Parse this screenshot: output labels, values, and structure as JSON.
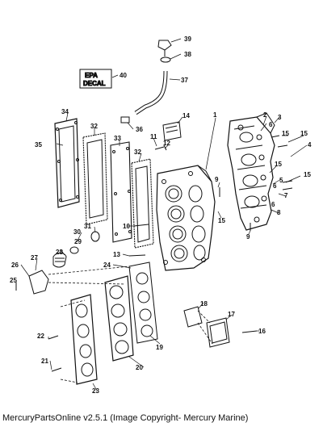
{
  "caption": "MercuryPartsOnline v2.5.1 (Image Copyright- Mercury Marine)",
  "decal": {
    "line1": "EPA",
    "line2": "DECAL"
  },
  "callouts": {
    "c1": "1",
    "c2": "2",
    "c3": "3",
    "c4": "4",
    "c5": "5",
    "c6": "6",
    "c7": "7",
    "c8": "8",
    "c9": "9",
    "c10": "10",
    "c11": "11",
    "c12": "12",
    "c13": "13",
    "c14": "14",
    "c15": "15",
    "c16": "16",
    "c17": "17",
    "c18": "18",
    "c19": "19",
    "c20": "20",
    "c21": "21",
    "c22": "22",
    "c23": "23",
    "c24": "24",
    "c25": "25",
    "c26": "26",
    "c27": "27",
    "c28": "28",
    "c29": "29",
    "c30": "30",
    "c31": "31",
    "c32": "32",
    "c33": "33",
    "c34": "34",
    "c35": "35",
    "c36": "36",
    "c37": "37",
    "c38": "38",
    "c39": "39",
    "c40": "40"
  }
}
